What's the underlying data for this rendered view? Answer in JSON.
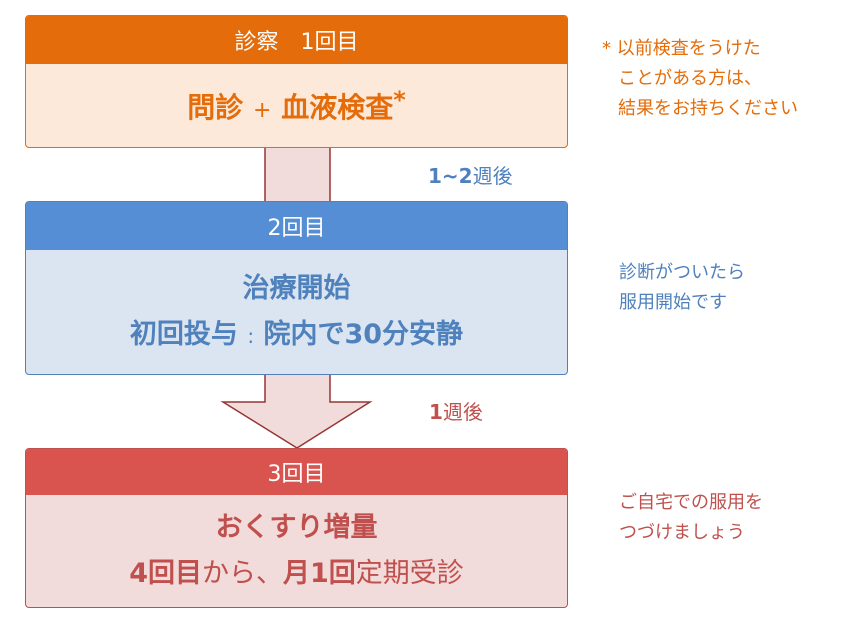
{
  "colors": {
    "step1_header": "#e46c0a",
    "step1_body": "#fde9d9",
    "step1_text": "#e46c0a",
    "step2_header": "#558ed5",
    "step2_body": "#dbe5f1",
    "step2_text": "#4f81bd",
    "step3_header": "#d9534f",
    "step3_body": "#f2dcdb",
    "step3_text": "#c0504d",
    "connector_fill": "#f2dcdb",
    "connector_stroke": "#953735"
  },
  "step1": {
    "header": "診察　1回目",
    "body_part1": "問診",
    "body_plus": "+",
    "body_part2": "血液検査",
    "body_star": "*"
  },
  "note1": {
    "line1": "* 以前検査をうけた",
    "line2": "ことがある方は、",
    "line3": "結果をお持ちください"
  },
  "interval1": {
    "bold": "1~2",
    "unit": "週後"
  },
  "step2": {
    "header": "2回目",
    "line1": "治療開始",
    "line2_a": "初回投与",
    "line2_sep": ":",
    "line2_b": "院内で30分安静"
  },
  "note2": {
    "line1": "診断がついたら",
    "line2": "服用開始です"
  },
  "interval2": {
    "bold": "1",
    "unit": "週後"
  },
  "step3": {
    "header": "3回目",
    "line1": "おくすり増量",
    "line2_a": "4回目",
    "line2_b": "から、",
    "line2_c": "月1回",
    "line2_d": "定期受診"
  },
  "note3": {
    "line1": "ご自宅での服用を",
    "line2": "つづけましょう"
  }
}
